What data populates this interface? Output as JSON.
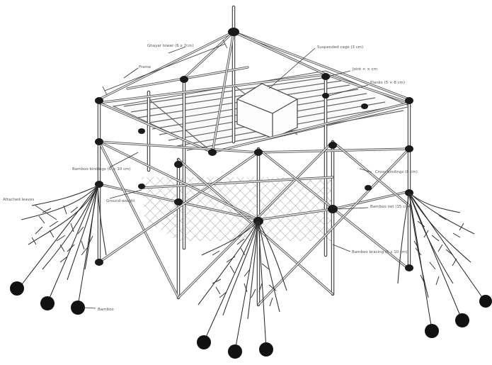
{
  "labels": {
    "top_left": "Ghayar tower (6 x 7cm)",
    "top_center": "Suspended cage (3 cm)",
    "top_right_1": "Joint × × cm",
    "top_right_2": "Planks (5 × 8 cm)",
    "frame_left": "Frame",
    "mid_left": "Bamboo bindings (6 × 10 cm)",
    "mid_right": "Cross bindings (8 cm)",
    "far_left": "Attached leaves",
    "bottom_left": "Bamboo",
    "lower_right": "Bamboo net (15 cm)",
    "bottom_right": "Bamboo bracing (6 x 10 cm)",
    "bottom_weight": "Ground weight"
  },
  "colors": {
    "line": "#444444",
    "background": "#ffffff",
    "weight": "#111111"
  }
}
